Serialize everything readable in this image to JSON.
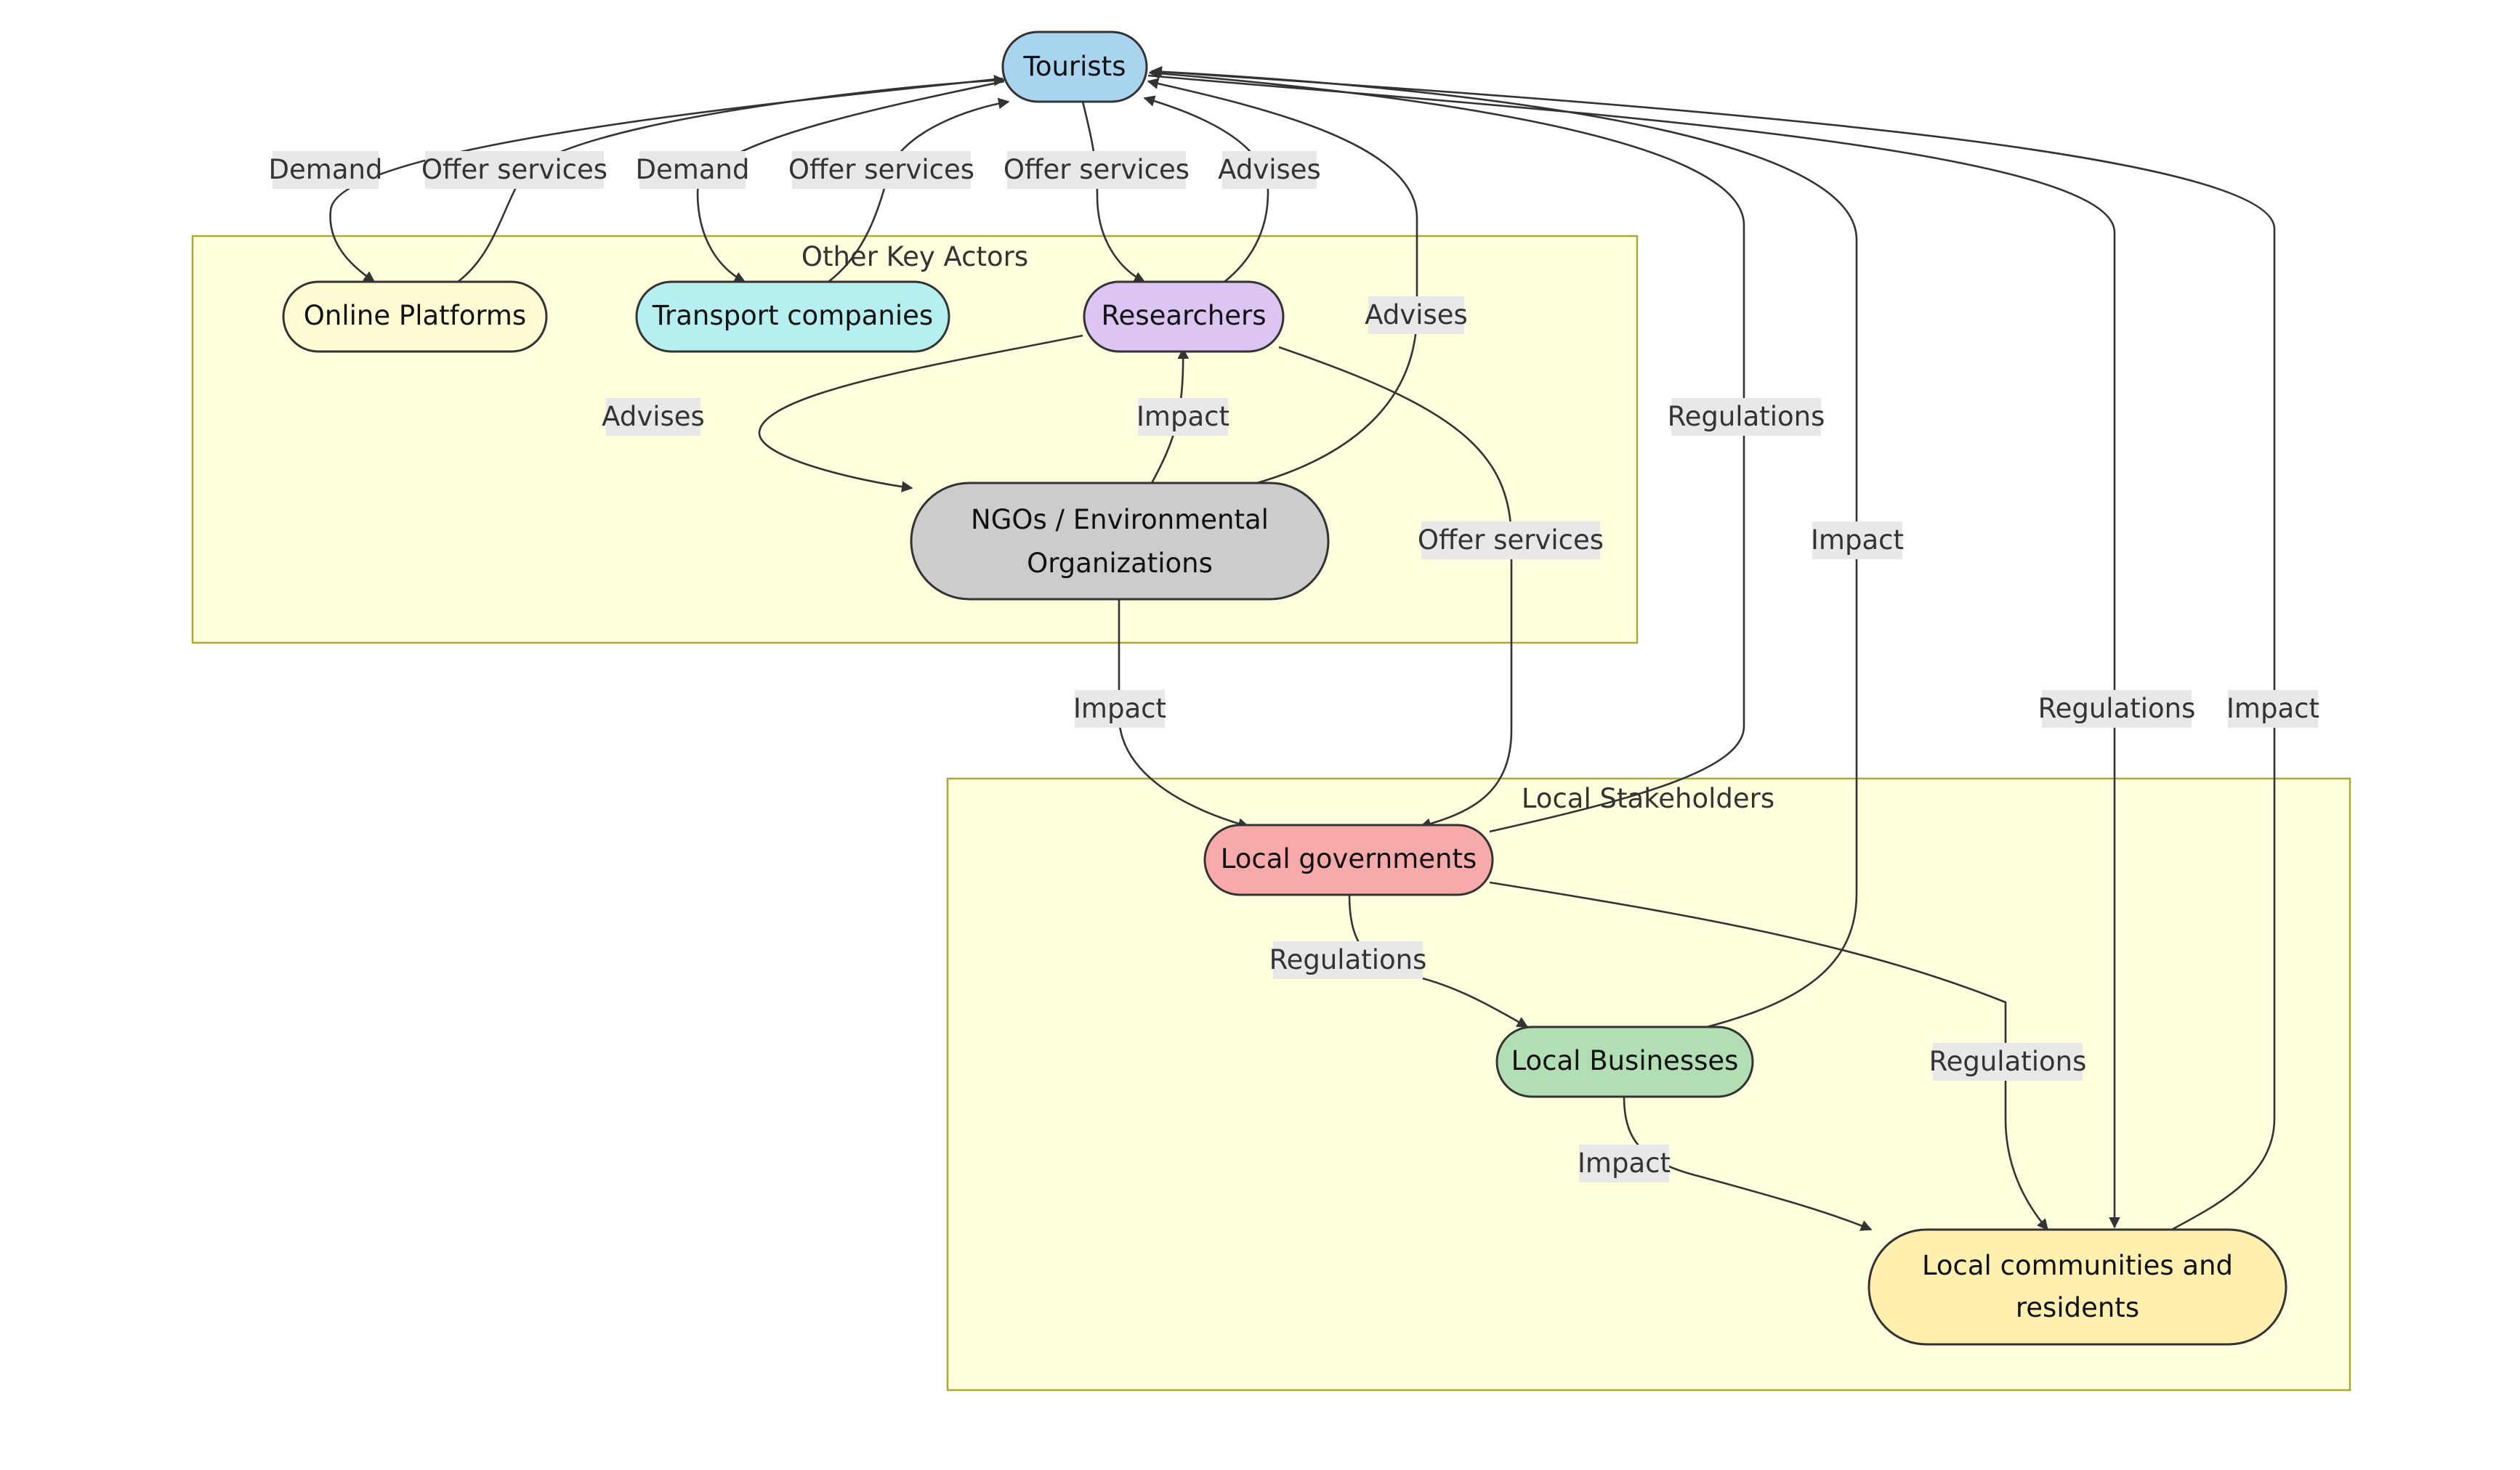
{
  "clusters": {
    "other": {
      "label": "Other Key Actors",
      "fill": "#ffffde",
      "stroke": "#aaaa33"
    },
    "local": {
      "label": "Local Stakeholders",
      "fill": "#ffffde",
      "stroke": "#aaaa33"
    }
  },
  "nodes": {
    "tourists": {
      "label": "Tourists",
      "fill": "#a9d4f0"
    },
    "online": {
      "label": "Online Platforms",
      "fill": "#fffbd2"
    },
    "transport": {
      "label": "Transport companies",
      "fill": "#b5eff0"
    },
    "researchers": {
      "label": "Researchers",
      "fill": "#dcc5f3"
    },
    "ngos": {
      "label_line1": "NGOs / Environmental",
      "label_line2": "Organizations",
      "fill": "#cccccc"
    },
    "govts": {
      "label": "Local governments",
      "fill": "#f8aaaa"
    },
    "business": {
      "label": "Local Businesses",
      "fill": "#b1dfb3"
    },
    "communities": {
      "label_line1": "Local communities and",
      "label_line2": "residents",
      "fill": "#fff0b0"
    }
  },
  "edges": {
    "e1": "Demand",
    "e2": "Offer services",
    "e3": "Demand",
    "e4": "Offer services",
    "e5": "Offer services",
    "e6": "Advises",
    "e7": "Advises",
    "e8": "Advises",
    "e9": "Impact",
    "e10": "Offer services",
    "e11": "Regulations",
    "e12": "Impact",
    "e13": "Impact",
    "e14": "Regulations",
    "e15": "Impact",
    "e16": "Regulations",
    "e17": "Regulations",
    "e18": "Impact"
  },
  "colors": {
    "edge": "#333333",
    "edge_label_bg": "#e8e8e8",
    "node_stroke": "#333333"
  }
}
